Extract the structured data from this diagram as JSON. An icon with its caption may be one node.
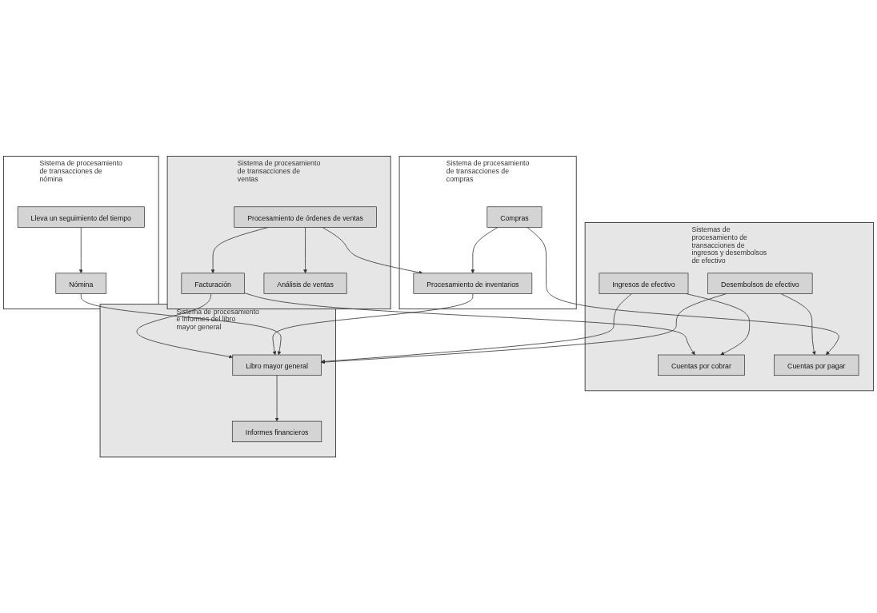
{
  "diagram": {
    "nodes": [
      {
        "text": [
          "Sistema de procesamiento de transacciones de ventas"
        ]
      },
      {
        "text": [
          "Procesamiento de órdenes de ventas"
        ],
        "in": 0
      },
      {
        "text": [
          "Facturación"
        ],
        "in": 0
      },
      {
        "text": [
          "Análisis de ventas"
        ],
        "in": 0
      },
      {
        "text": [
          "Sistemas de procesamiento de transacciones de ingresos y desembolsos de efectivo"
        ]
      },
      {
        "text": [
          "Cuentas por cobrar"
        ],
        "in": 4
      },
      {
        "text": [
          "Ingresos de efectivo"
        ],
        "in": 4
      },
      {
        "text": [
          "Cuentas por pagar"
        ],
        "in": 4
      },
      {
        "text": [
          "Desembolsos de efectivo"
        ],
        "in": 4
      },
      {
        "text": [
          "Sistema de procesamiento e informes del libro mayor general"
        ]
      },
      {
        "text": [
          "Libro mayor general"
        ],
        "in": 9
      },
      {
        "text": [
          "Informes financieros"
        ],
        "in": 9
      },
      {
        "text": [
          "Sistema de procesamiento de transacciones de compras"
        ]
      },
      {
        "text": [
          "Compras"
        ],
        "in": 12
      },
      {
        "text": [
          "Procesamiento de inventarios"
        ],
        "in": 12
      },
      {
        "text": [
          "Sistema de procesamiento de transacciones de nómina"
        ]
      },
      {
        "text": [
          "Nómina"
        ],
        "in": 15
      },
      {
        "text": [
          "Lleva un seguimiento del tiempo"
        ],
        "in": 15
      }
    ],
    "edges": [
      {
        "from": 1,
        "to": 2,
        "arrow": "to"
      },
      {
        "from": 1,
        "to": 3,
        "arrow": "to"
      },
      {
        "from": 1,
        "to": 14,
        "arrow": "to"
      },
      {
        "from": 2,
        "to": 5,
        "arrow": "to"
      },
      {
        "from": 2,
        "to": 10,
        "arrow": "to"
      },
      {
        "from": 6,
        "to": 5,
        "arrow": "to"
      },
      {
        "from": 6,
        "to": 10,
        "arrow": "to"
      },
      {
        "from": 8,
        "to": 7,
        "arrow": "to"
      },
      {
        "from": 8,
        "to": 10,
        "arrow": "to"
      },
      {
        "from": 13,
        "to": 7,
        "arrow": "to"
      },
      {
        "from": 13,
        "to": 14,
        "arrow": "to"
      },
      {
        "from": 14,
        "to": 10,
        "arrow": "to"
      },
      {
        "from": 17,
        "to": 16,
        "arrow": "to"
      },
      {
        "from": 16,
        "to": 10,
        "arrow": "to"
      },
      {
        "from": 10,
        "to": 11,
        "arrow": "to"
      }
    ]
  }
}
